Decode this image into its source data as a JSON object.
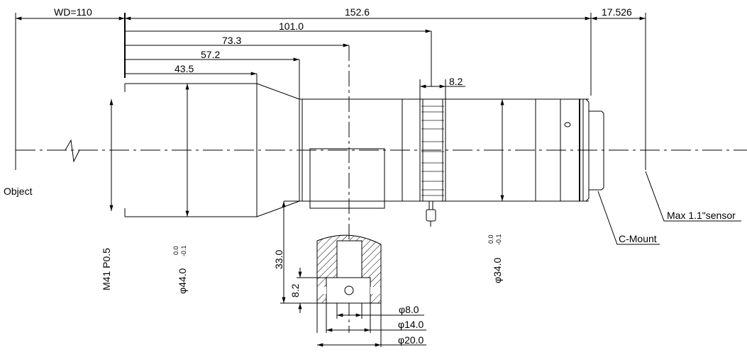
{
  "dimensions": {
    "wd": "WD=110",
    "total_length": "152.6",
    "flange": "17.526",
    "d101": "101.0",
    "d73": "73.3",
    "d57": "57.2",
    "d43": "43.5",
    "ring_width": "8.2",
    "thread": "M41 P0.5",
    "dia44": "φ44.0",
    "dia44_tol_upper": "0.0",
    "dia44_tol_lower": "-0.1",
    "dia34": "φ34.0",
    "dia34_tol_upper": "0.0",
    "dia34_tol_lower": "-0.1",
    "h33": "33.0",
    "h8": "8.2",
    "dia8": "φ8.0",
    "dia14": "φ14.0",
    "dia20": "φ20.0"
  },
  "labels": {
    "object": "Object",
    "sensor": "Max 1.1\"sensor",
    "mount": "C-Mount"
  }
}
